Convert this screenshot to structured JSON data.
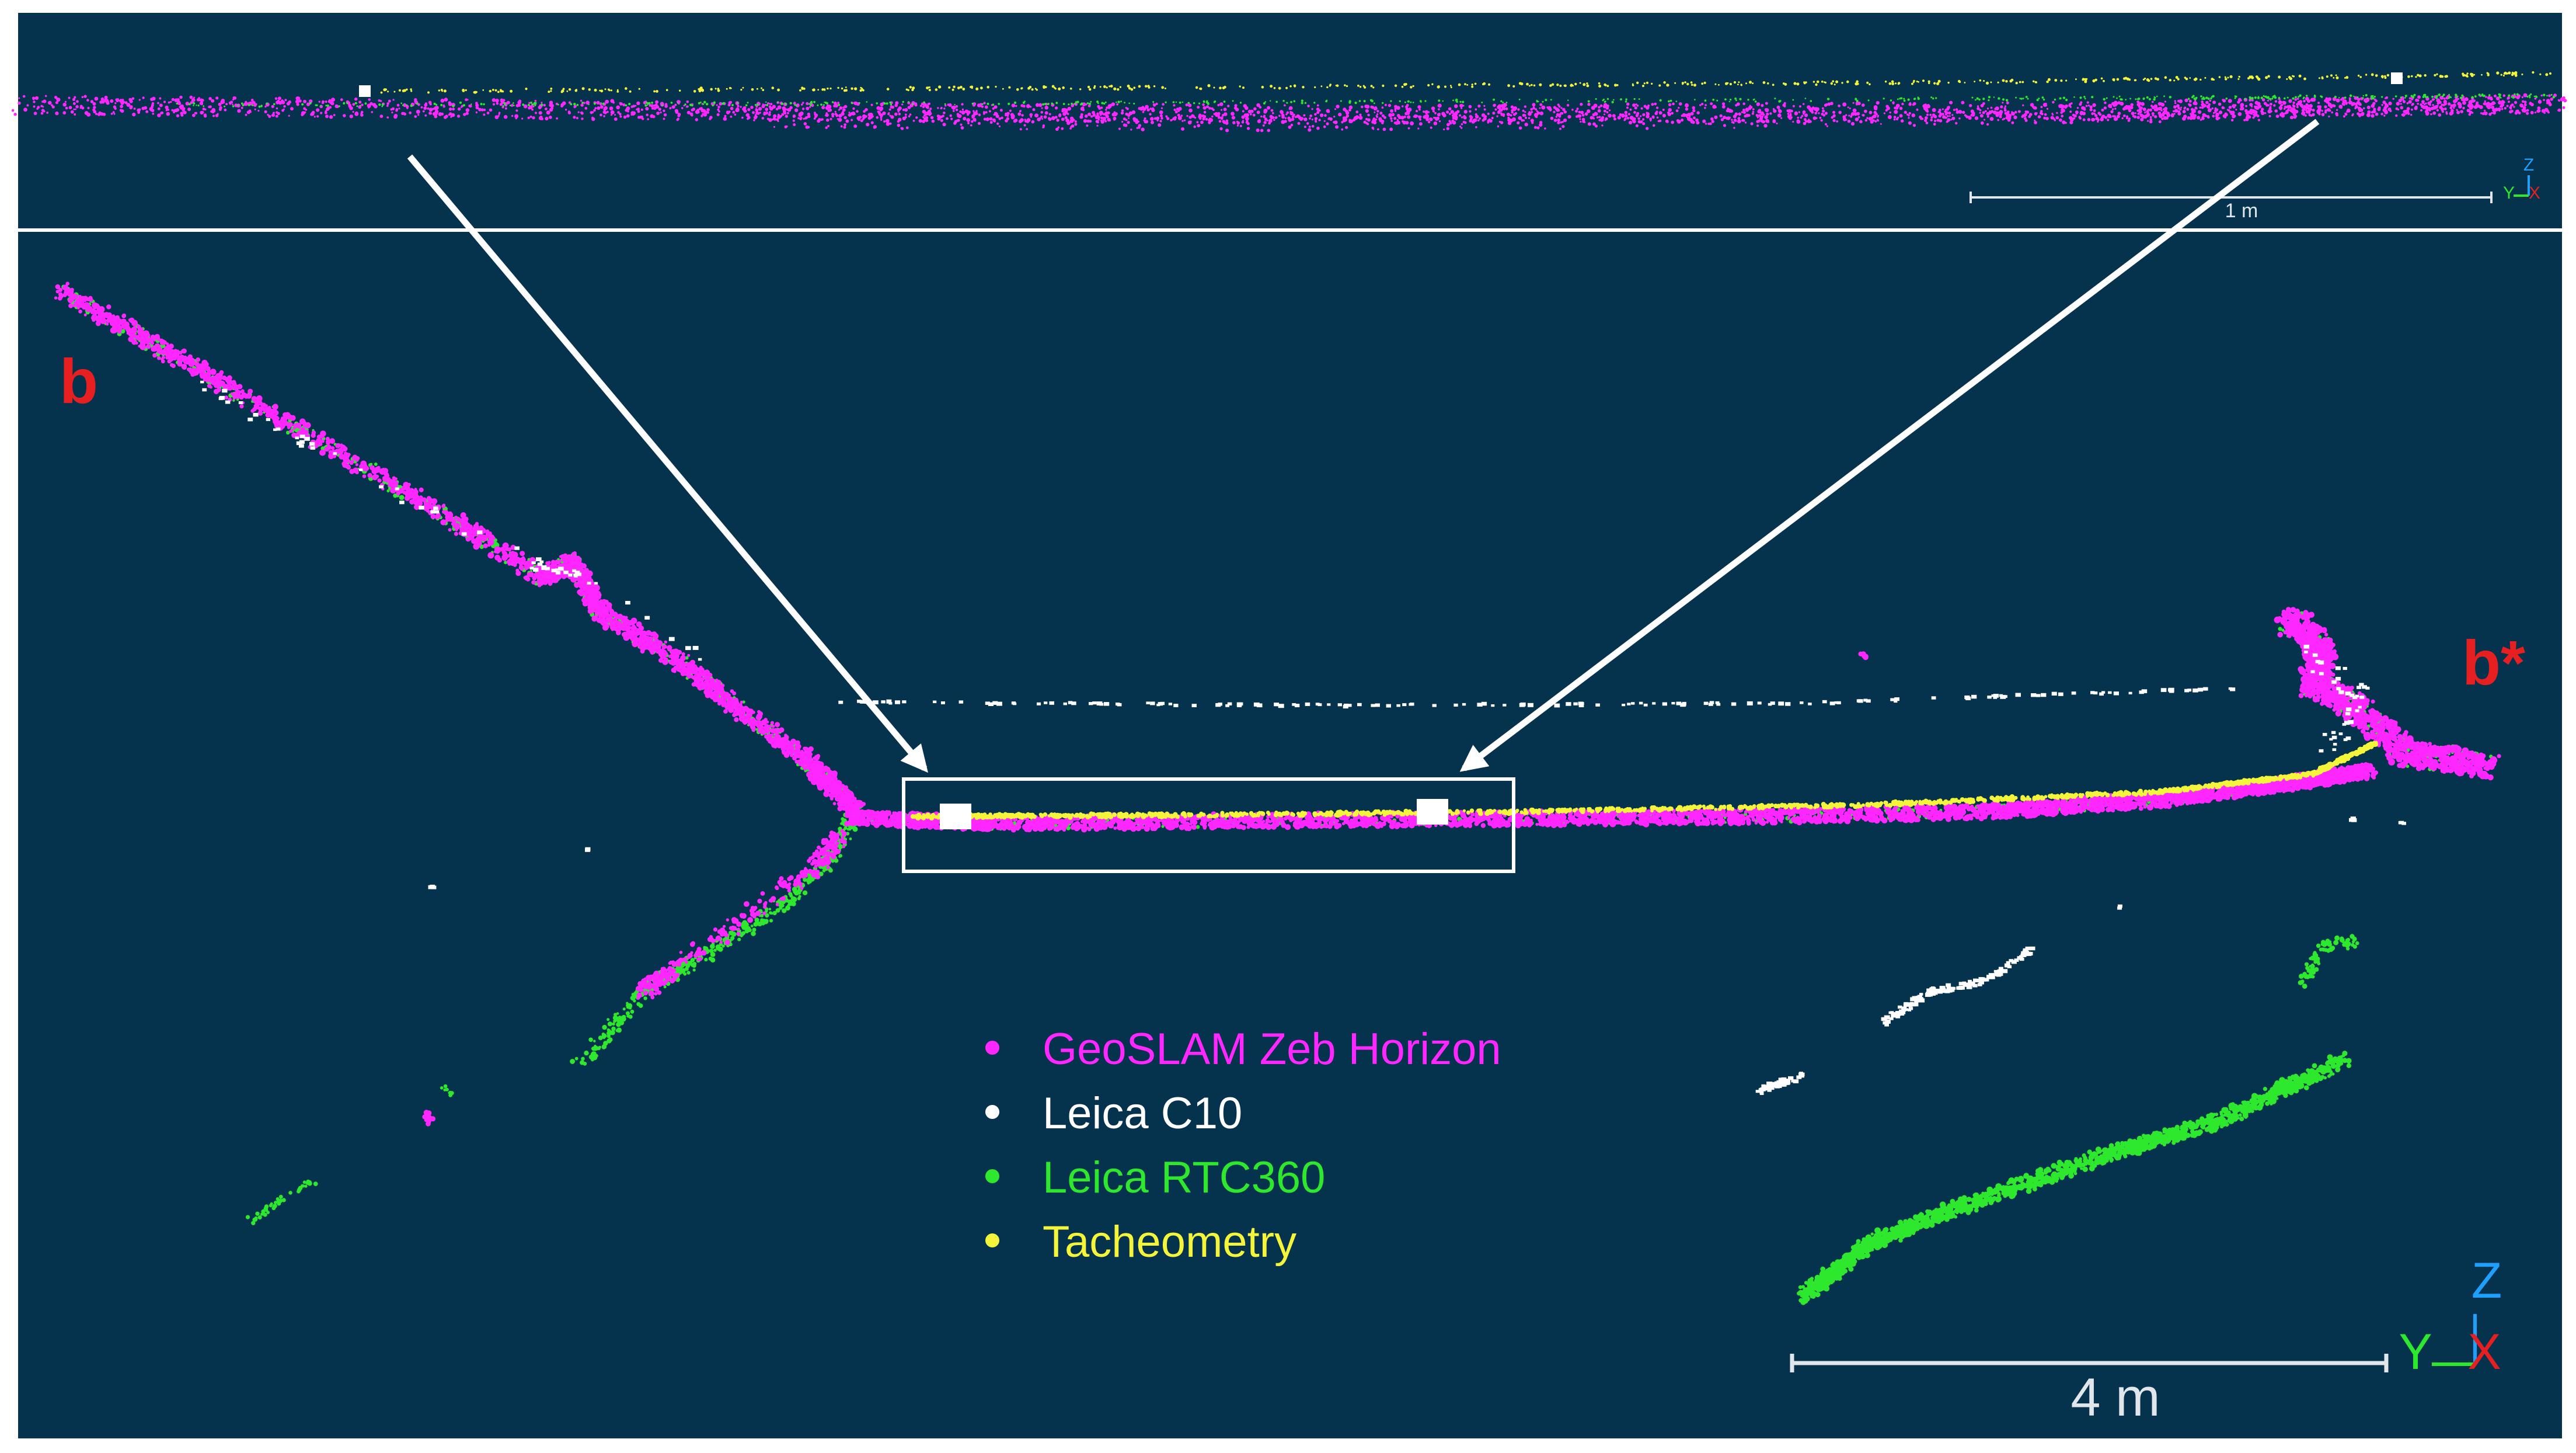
{
  "colors": {
    "background": "#05324d",
    "frame": "#ffffff",
    "label_red": "#e62020",
    "geoslam": "#ff27ff",
    "leica_c10": "#ffffff",
    "leica_rtc360": "#2ee82e",
    "tacheometry": "#f4f43a",
    "axis_z": "#1ea0ff",
    "axis_y": "#2ee82e",
    "axis_x": "#e62020",
    "scale_bar": "#e0e6ea"
  },
  "top_panel": {
    "scale_label": "1 m",
    "axis_z_label": "Z",
    "axis_y_label": "Y",
    "axis_x_label": "X"
  },
  "main_panel": {
    "label_left": "b",
    "label_right": "b*",
    "scale_label": "4 m",
    "axis_z_label": "Z",
    "axis_y_label": "Y",
    "axis_x_label": "X"
  },
  "legend": [
    {
      "label": "GeoSLAM Zeb Horizon",
      "color": "#ff27ff"
    },
    {
      "label": "Leica C10",
      "color": "#ffffff"
    },
    {
      "label": "Leica RTC360",
      "color": "#2ee82e"
    },
    {
      "label": "Tacheometry",
      "color": "#f4f43a"
    }
  ],
  "icons": {
    "axis_triad": "axis-triad-icon",
    "legend_bullet": "legend-dot-icon"
  }
}
